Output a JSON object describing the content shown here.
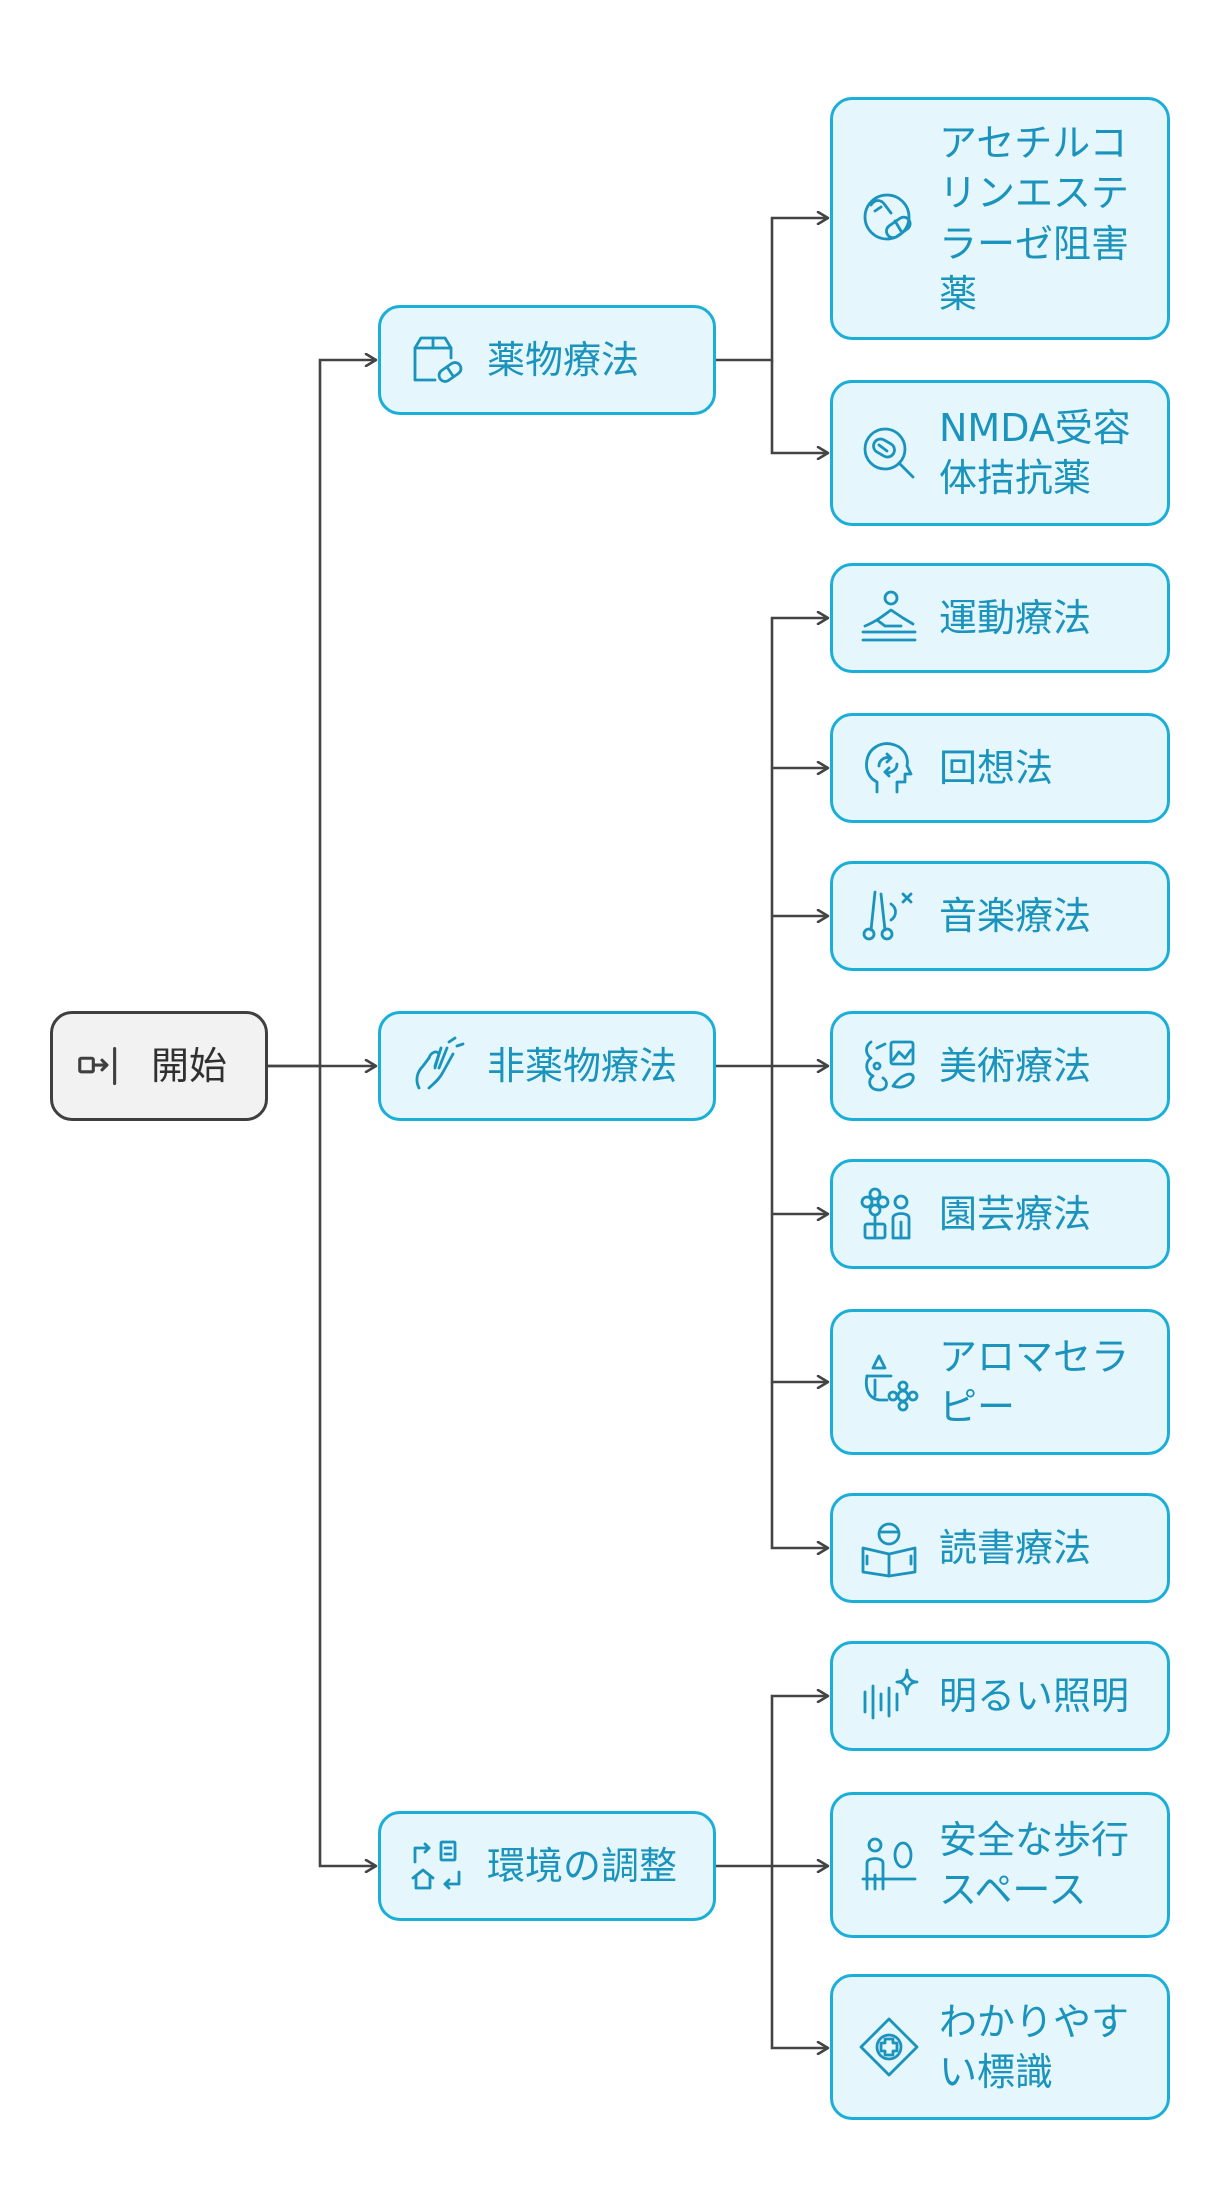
{
  "colors": {
    "node_fill": "#E5F6FC",
    "node_border": "#1BAFD8",
    "node_text": "#1A93BD",
    "start_fill": "#F2F2F2",
    "start_border": "#3F3F3F",
    "connector": "#444444"
  },
  "start": {
    "label": "開始",
    "icon": "login-arrow-icon"
  },
  "branches": {
    "drug": {
      "label": "薬物療法",
      "icon": "medicine-box-icon",
      "children": [
        {
          "label": "アセチルコ\nリンエステ\nラーゼ阻害\n薬",
          "icon": "pill-icon"
        },
        {
          "label": "NMDA受容\n体拮抗薬",
          "icon": "pill-search-icon"
        }
      ]
    },
    "nondrug": {
      "label": "非薬物療法",
      "icon": "hand-touch-icon",
      "children": [
        {
          "label": "運動療法",
          "icon": "exercise-icon"
        },
        {
          "label": "回想法",
          "icon": "head-thought-icon"
        },
        {
          "label": "音楽療法",
          "icon": "music-therapy-icon"
        },
        {
          "label": "美術療法",
          "icon": "art-palette-icon"
        },
        {
          "label": "園芸療法",
          "icon": "gardening-icon"
        },
        {
          "label": "アロマセラ\nピー",
          "icon": "aroma-icon"
        },
        {
          "label": "読書療法",
          "icon": "reading-icon"
        }
      ]
    },
    "env": {
      "label": "環境の調整",
      "icon": "home-arrows-icon",
      "children": [
        {
          "label": "明るい照明",
          "icon": "sparkle-light-icon"
        },
        {
          "label": "安全な歩行\nスペース",
          "icon": "walking-person-icon"
        },
        {
          "label": "わかりやす\nい標識",
          "icon": "sign-cross-icon"
        }
      ]
    }
  }
}
